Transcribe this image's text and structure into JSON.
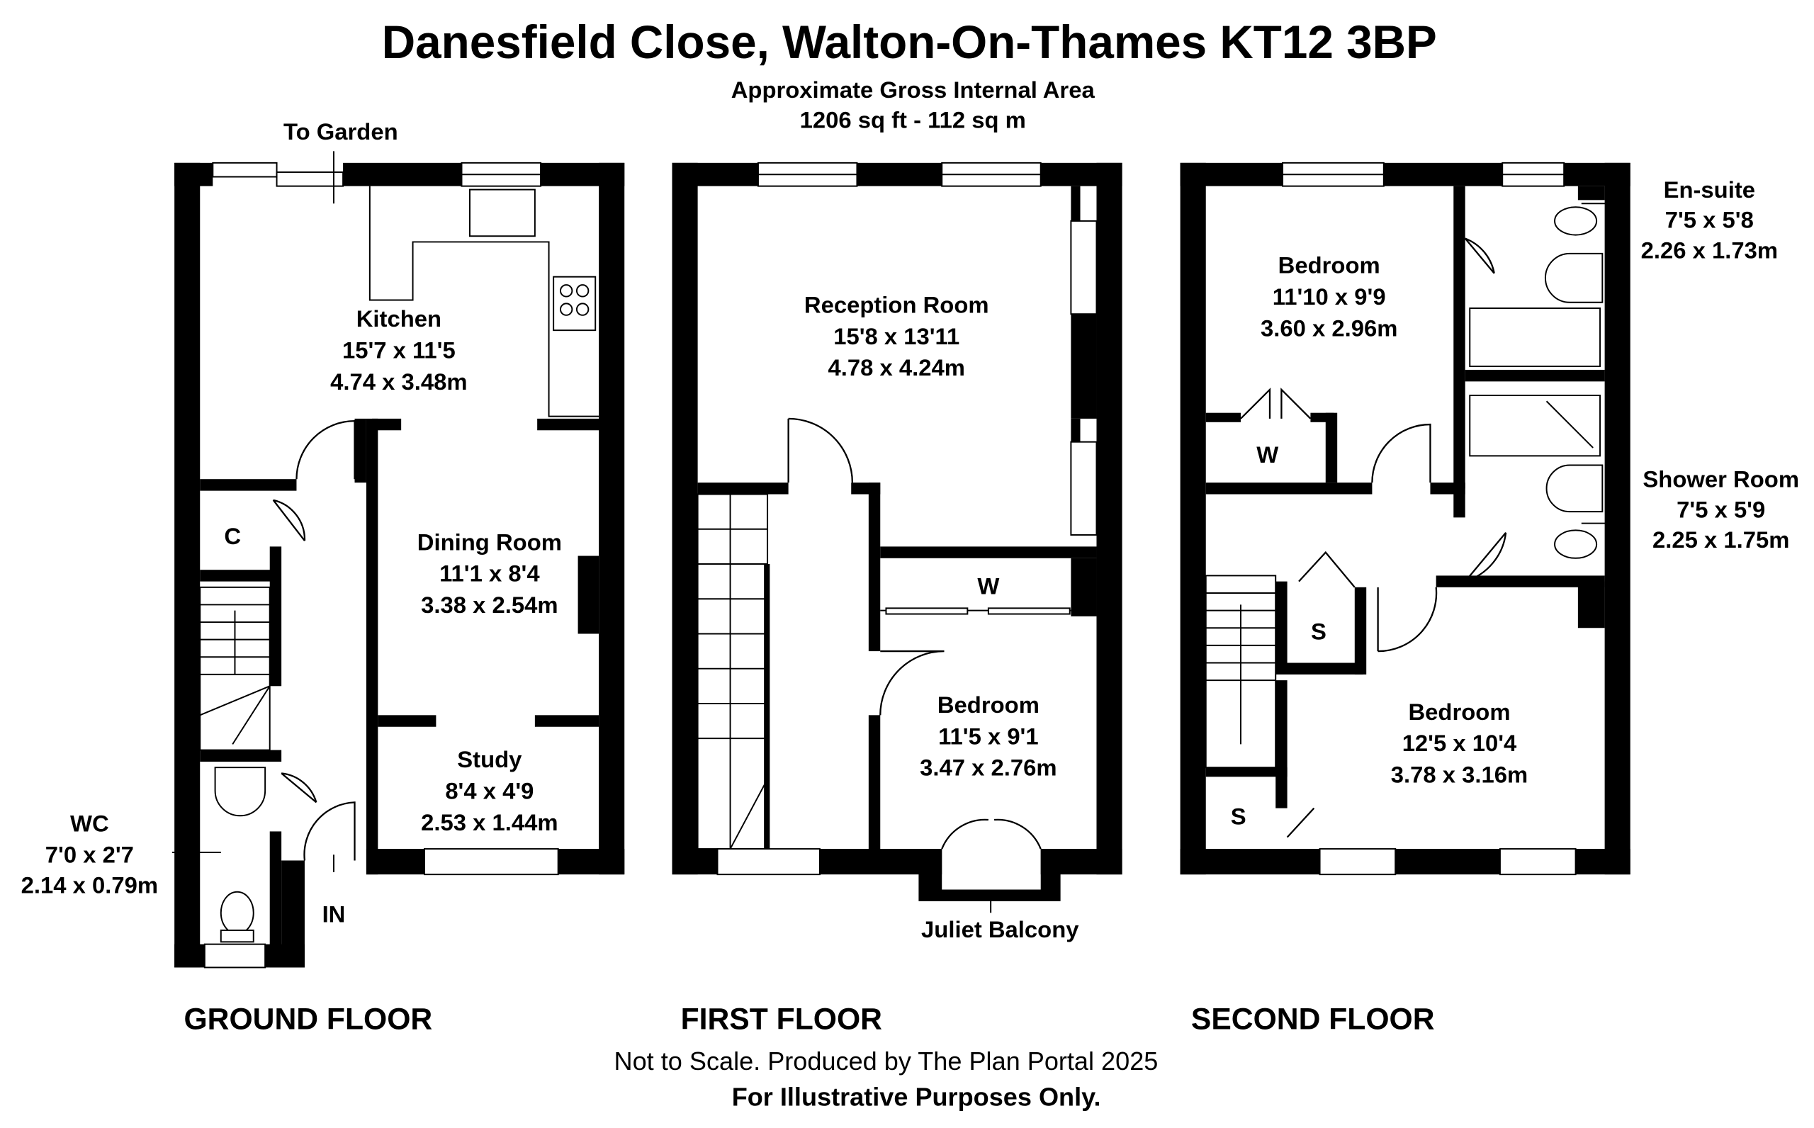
{
  "header": {
    "title": "Danesfield Close, Walton-On-Thames KT12 3BP",
    "area_label": "Approximate Gross Internal Area",
    "area_value": "1206 sq ft - 112 sq m"
  },
  "ground_floor": {
    "label": "GROUND FLOOR",
    "to_garden": "To Garden",
    "entrance": "IN",
    "cupboard": "C",
    "rooms": [
      {
        "name": "Kitchen",
        "imperial": "15'7 x 11'5",
        "metric": "4.74 x 3.48m"
      },
      {
        "name": "Dining Room",
        "imperial": "11'1 x 8'4",
        "metric": "3.38 x 2.54m"
      },
      {
        "name": "Study",
        "imperial": "8'4 x 4'9",
        "metric": "2.53 x 1.44m"
      },
      {
        "name": "WC",
        "imperial": "7'0 x 2'7",
        "metric": "2.14 x 0.79m"
      }
    ]
  },
  "first_floor": {
    "label": "FIRST FLOOR",
    "wardrobe": "W",
    "balcony": "Juliet Balcony",
    "rooms": [
      {
        "name": "Reception Room",
        "imperial": "15'8 x 13'11",
        "metric": "4.78 x 4.24m"
      },
      {
        "name": "Bedroom",
        "imperial": "11'5 x 9'1",
        "metric": "3.47 x 2.76m"
      }
    ]
  },
  "second_floor": {
    "label": "SECOND FLOOR",
    "wardrobe": "W",
    "store_1": "S",
    "store_2": "S",
    "rooms": [
      {
        "name": "Bedroom",
        "imperial": "11'10 x 9'9",
        "metric": "3.60 x 2.96m"
      },
      {
        "name": "En-suite",
        "imperial": "7'5 x 5'8",
        "metric": "2.26 x 1.73m"
      },
      {
        "name": "Shower Room",
        "imperial": "7'5 x 5'9",
        "metric": "2.25 x 1.75m"
      },
      {
        "name": "Bedroom",
        "imperial": "12'5 x 10'4",
        "metric": "3.78 x 3.16m"
      }
    ]
  },
  "footer": {
    "disclaimer": "Not to Scale. Produced by The Plan Portal 2025",
    "illustrative": "For Illustrative Purposes Only."
  }
}
